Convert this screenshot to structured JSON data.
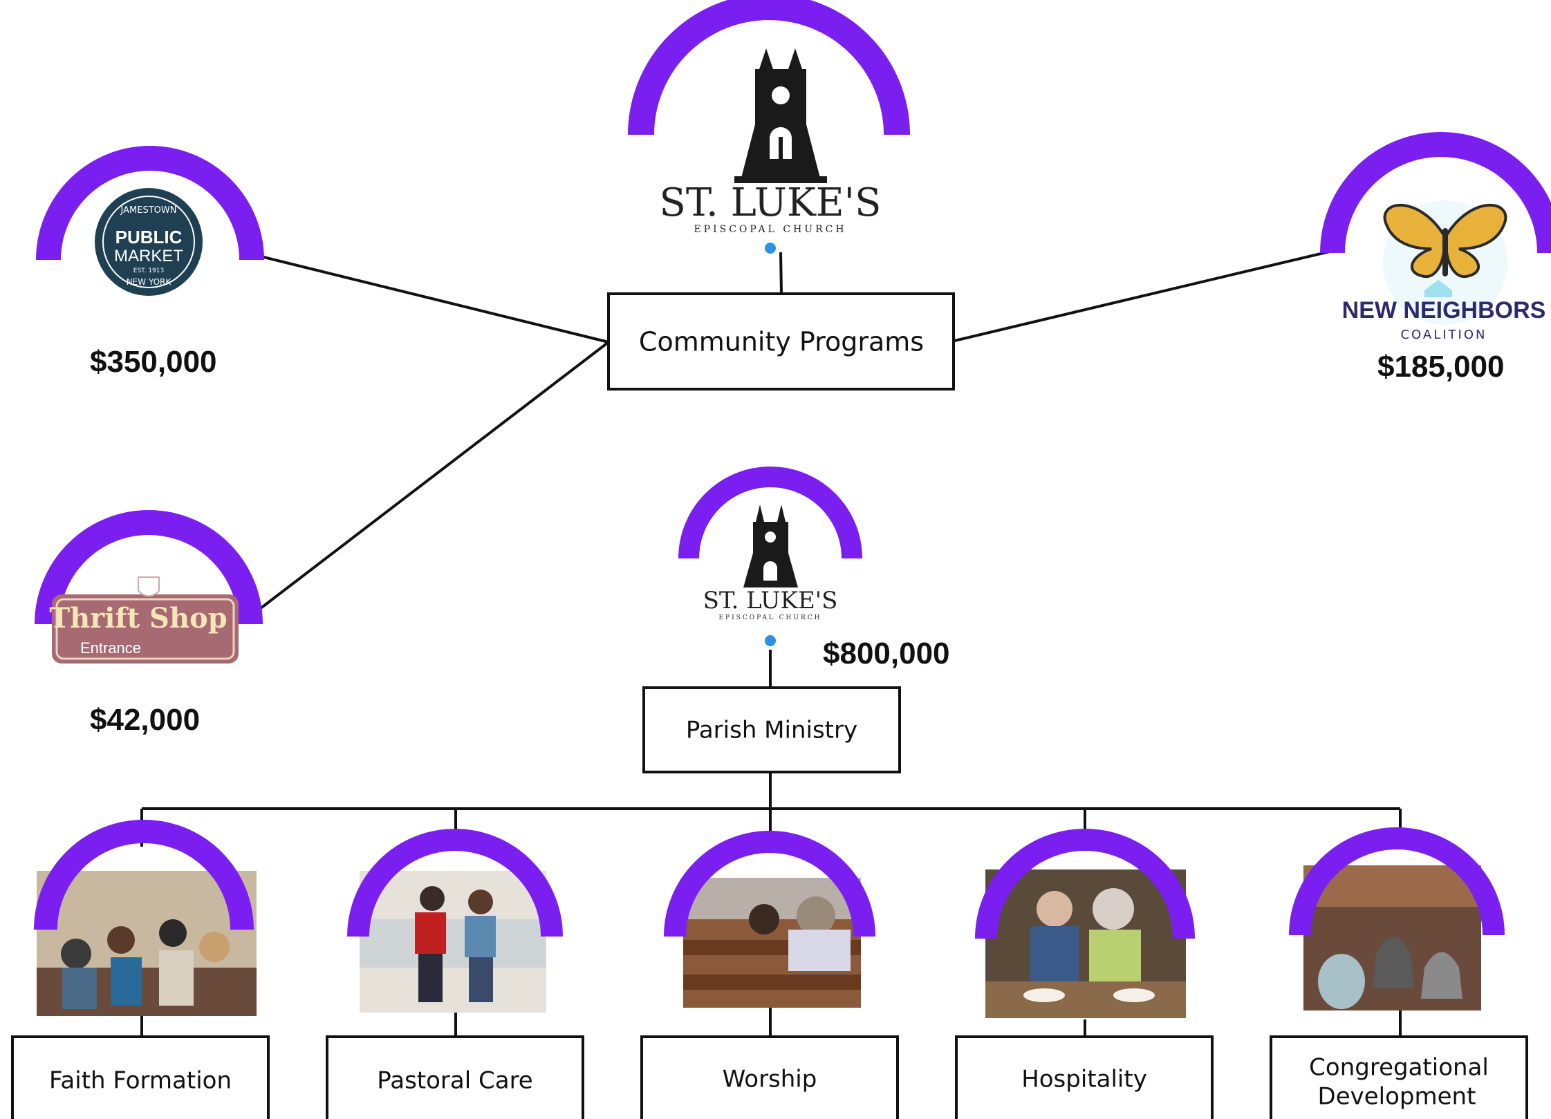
{
  "colors": {
    "accent_arc": "#7A1FF0",
    "connector": "#111111",
    "dot": "#2E8FE8",
    "box_border": "#111111"
  },
  "nodes": {
    "community_programs": {
      "label": "Community Programs"
    },
    "parish_ministry": {
      "label": "Parish Ministry",
      "amount": "$800,000"
    }
  },
  "logos": {
    "st_lukes_top": {
      "name": "ST. LUKE'S",
      "sub": "EPISCOPAL CHURCH",
      "icon": "church-tower-icon"
    },
    "st_lukes_mid": {
      "name": "ST. LUKE'S",
      "sub": "EPISCOPAL CHURCH",
      "icon": "church-tower-icon"
    }
  },
  "partners": {
    "public_market": {
      "amount": "$350,000",
      "logo_top": "JAMESTOWN",
      "logo_line1": "PUBLIC",
      "logo_line2": "MARKET",
      "logo_est": "EST. 1913",
      "logo_bottom": "NEW YORK"
    },
    "new_neighbors": {
      "amount": "$185,000",
      "logo_line1": "NEW NEIGHBORS",
      "logo_line2": "COALITION",
      "icon": "butterfly-icon"
    },
    "thrift_shop": {
      "amount": "$42,000",
      "sign_line1": "Thrift Shop",
      "sign_line2": "Entrance"
    }
  },
  "ministries": [
    {
      "label": "Faith Formation",
      "photo": "group-gathering-photo"
    },
    {
      "label": "Pastoral Care",
      "photo": "kitchen-volunteers-photo"
    },
    {
      "label": "Worship",
      "photo": "church-pews-photo"
    },
    {
      "label": "Hospitality",
      "photo": "shared-meal-photo"
    },
    {
      "label_line1": "Congregational",
      "label_line2": "Development",
      "photo": "bell-tower-photo"
    }
  ]
}
